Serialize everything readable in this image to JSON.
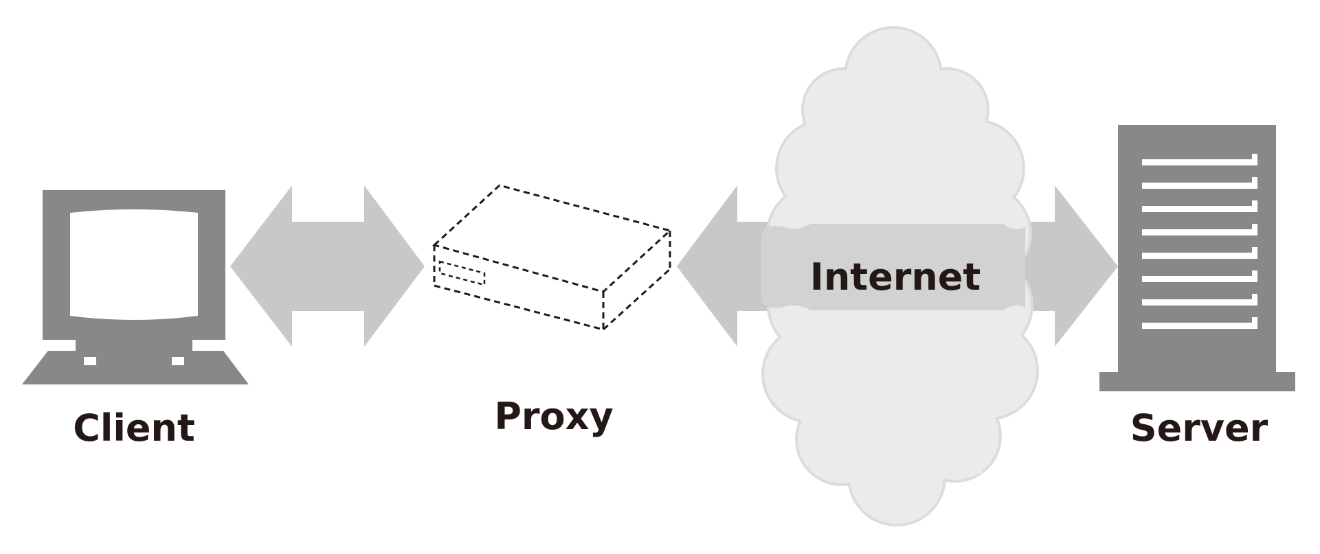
{
  "nodes": {
    "client": {
      "label": "Client",
      "icon": "computer-monitor-icon"
    },
    "proxy": {
      "label": "Proxy",
      "icon": "network-box-icon"
    },
    "internet": {
      "label": "Internet",
      "icon": "cloud-icon"
    },
    "server": {
      "label": "Server",
      "icon": "server-tower-icon"
    }
  },
  "connections": [
    {
      "from": "client",
      "to": "proxy",
      "style": "double-arrow"
    },
    {
      "from": "proxy",
      "to": "server",
      "via": "internet",
      "style": "double-arrow"
    }
  ],
  "colors": {
    "device_gray": "#888888",
    "arrow_gray": "#c8c8c8",
    "cloud_fill": "#ebebeb",
    "cloud_edge": "#dcdcdc",
    "text": "#231815"
  }
}
